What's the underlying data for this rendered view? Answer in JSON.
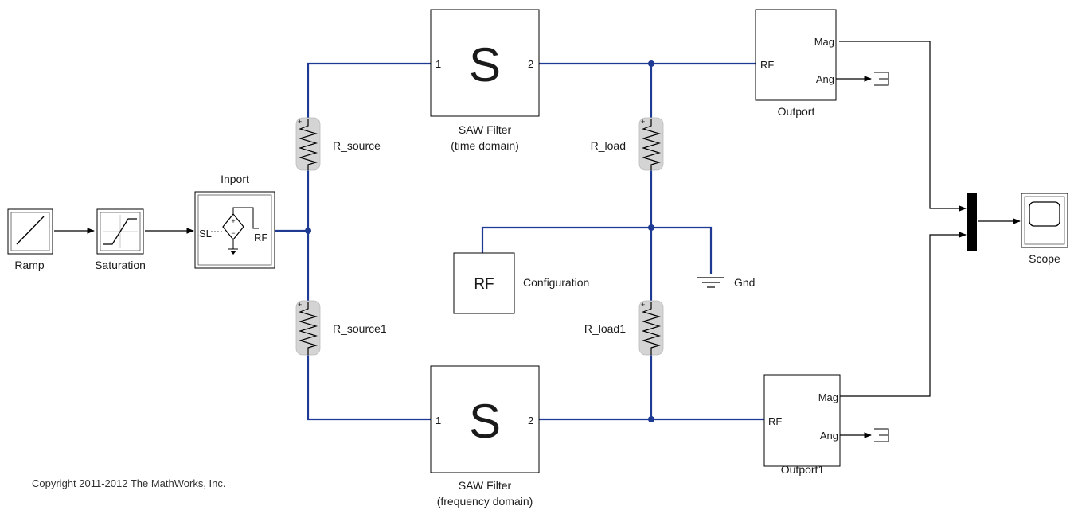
{
  "blocks": {
    "ramp": {
      "label": "Ramp"
    },
    "saturation": {
      "label": "Saturation"
    },
    "inport": {
      "label": "Inport",
      "port_sl": "SL",
      "port_rf": "RF"
    },
    "saw_time": {
      "label_line1": "SAW Filter",
      "label_line2": "(time domain)",
      "symbol": "S",
      "port_in": "1",
      "port_out": "2"
    },
    "saw_freq": {
      "label_line1": "SAW Filter",
      "label_line2": "(frequency domain)",
      "symbol": "S",
      "port_in": "1",
      "port_out": "2"
    },
    "r_source": {
      "label": "R_source"
    },
    "r_source1": {
      "label": "R_source1"
    },
    "r_load": {
      "label": "R_load"
    },
    "r_load1": {
      "label": "R_load1"
    },
    "configuration": {
      "label": "Configuration",
      "symbol": "RF"
    },
    "gnd": {
      "label": "Gnd"
    },
    "outport": {
      "label": "Outport",
      "port_rf": "RF",
      "port_mag": "Mag",
      "port_ang": "Ang"
    },
    "outport1": {
      "label": "Outport1",
      "port_rf": "RF",
      "port_mag": "Mag",
      "port_ang": "Ang"
    },
    "scope": {
      "label": "Scope"
    }
  },
  "footer": {
    "copyright": "Copyright 2011-2012 The MathWorks, Inc."
  },
  "colors": {
    "physical_line": "#1f3a93",
    "signal_line": "#000000",
    "resistor_fill": "#d4d4d4"
  }
}
